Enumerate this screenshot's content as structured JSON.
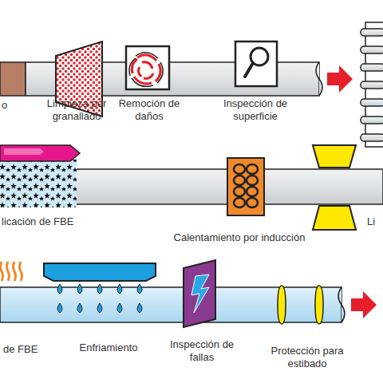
{
  "diagram": {
    "labels": [
      "o",
      "Limpieza por granallado",
      "Remoción de daños",
      "Inspección de superficie",
      "licación de FBE",
      "Calentamiento por inducción",
      "Li",
      "de FBE",
      "Enfriamiento",
      "Inspección de fallas",
      "Protección para estibado"
    ]
  }
}
